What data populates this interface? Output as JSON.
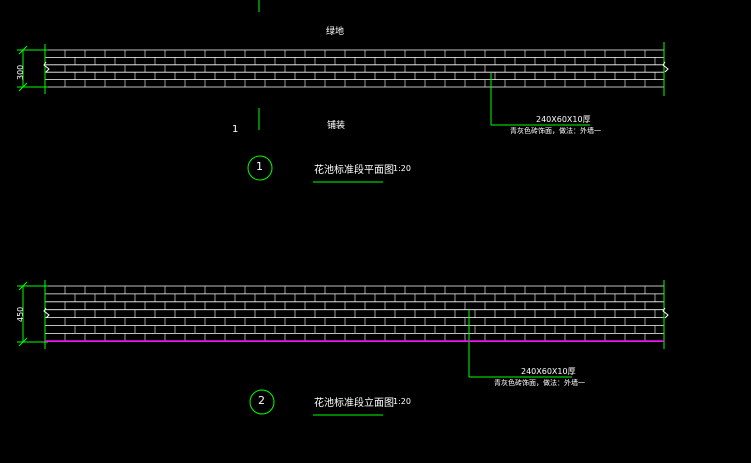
{
  "plan": {
    "top_label": "绿地",
    "bottom_label": "铺装",
    "section_mark": "1",
    "dimension": "300",
    "spec": "240X60X10厚",
    "spec_note": "青灰色砖饰面，做法：外墙一",
    "title": "花池标准段平面图",
    "scale": "1:20",
    "index": "1"
  },
  "elevation": {
    "dimension": "450",
    "spec": "240X60X10厚",
    "spec_note": "青灰色砖饰面，做法：外墙一",
    "title": "花池标准段立面图",
    "scale": "1:20",
    "index": "2"
  },
  "colors": {
    "background": "#000000",
    "brick_line": "#ffffff",
    "leader_green": "#00ff00",
    "ground_line": "#ff00ff"
  }
}
